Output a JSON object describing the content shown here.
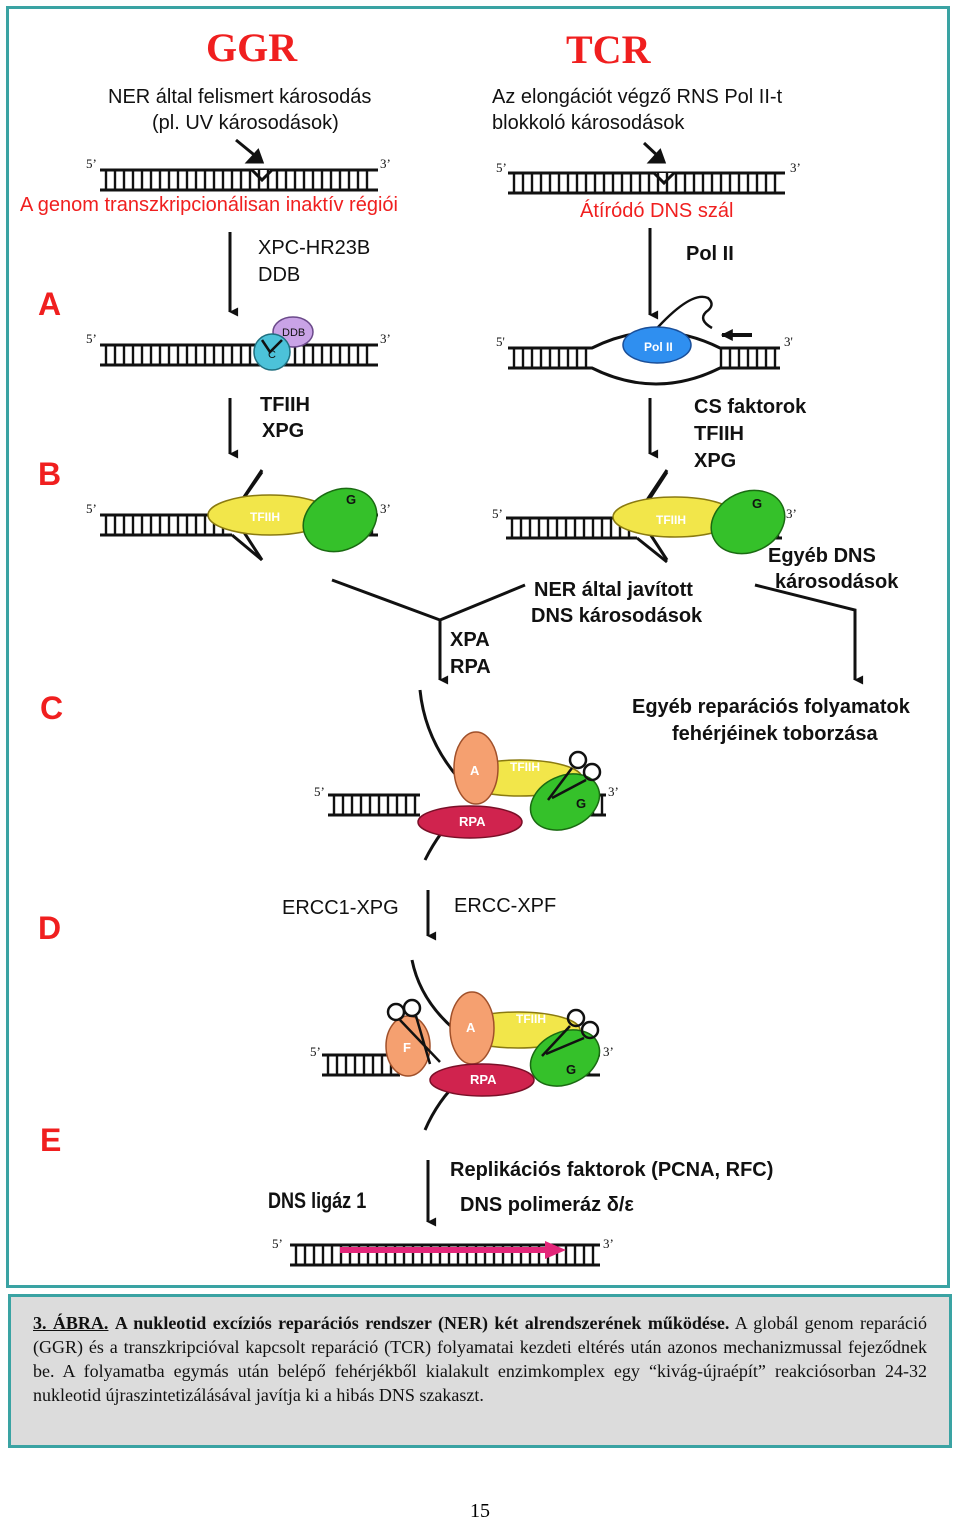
{
  "ggr": {
    "title": "GGR",
    "damage_line1": "NER által felismert károsodás",
    "damage_line2": "(pl. UV károsodások)",
    "region_label": "A genom transzkripcionálisan inaktív régiói",
    "step_a_line1": "XPC-HR23B",
    "step_a_line2": "DDB",
    "step_b_line1": "TFIIH",
    "step_b_line2": "XPG"
  },
  "tcr": {
    "title": "TCR",
    "damage_line1": "Az elongációt végző RNS Pol II-t",
    "damage_line2": "blokkoló károsodások",
    "strand_label": "Átíródó DNS szál",
    "step_a_label": "Pol II",
    "step_b_line1": "CS faktorok",
    "step_b_line2": "TFIIH",
    "step_b_line3": "XPG"
  },
  "steps": [
    "A",
    "B",
    "C",
    "D",
    "E"
  ],
  "ends": {
    "five": "5’",
    "three": "3’",
    "five_alt": "5'",
    "three_alt": "3'"
  },
  "proteins": {
    "ddb": "DDB",
    "xpc": "C",
    "pol2": "Pol II",
    "tfiih": "TFIIH",
    "xpg": "G",
    "xpa": "A",
    "rpa": "RPA",
    "xpf": "F"
  },
  "step_c": {
    "xpa_label": "XPA",
    "rpa_label": "RPA",
    "ner_line1": "NER által javított",
    "ner_line2": "DNS károsodások",
    "other_line1": "Egyéb DNS",
    "other_line2": "károsodások",
    "repair_line1": "Egyéb reparációs folyamatok",
    "repair_line2": "fehérjéinek toborzása"
  },
  "step_d": {
    "left_label": "ERCC1-XPG",
    "right_label": "ERCC-XPF"
  },
  "step_e": {
    "ligase": "DNS ligáz 1",
    "replication": "Replikációs faktorok (PCNA, RFC)",
    "polymerase": "DNS polimeráz δ/ε"
  },
  "caption": {
    "label": "3. ÁBRA.",
    "title": "A nukleotid excíziós reparációs rendszer (NER) két alrendszerének működése.",
    "body": "A globál genom reparáció (GGR) és a transzkripcióval kapcsolt reparáció (TCR) folyamatai kezdeti eltérés után azonos mechanizmussal fejeződnek be. A folyamatba egymás után belépő fehérjékből kialakult enzimkomplex egy “kivág-újraépít” reakciósorban 24-32 nukleotid újraszintetizálásával javítja ki a hibás DNS szakaszt."
  },
  "page_number": "15",
  "colors": {
    "accent_red": "#f01f1f",
    "frame": "#3aa3a3",
    "tfiih_yellow": "#f2e64a",
    "xpg_green": "#35c12a",
    "pol2_blue": "#2f8ff0",
    "xpa_orange": "#f5a070",
    "rpa_crimson": "#d0234e",
    "ddb_violet": "#c9a3e6",
    "xpc_teal": "#4cc2d9"
  }
}
